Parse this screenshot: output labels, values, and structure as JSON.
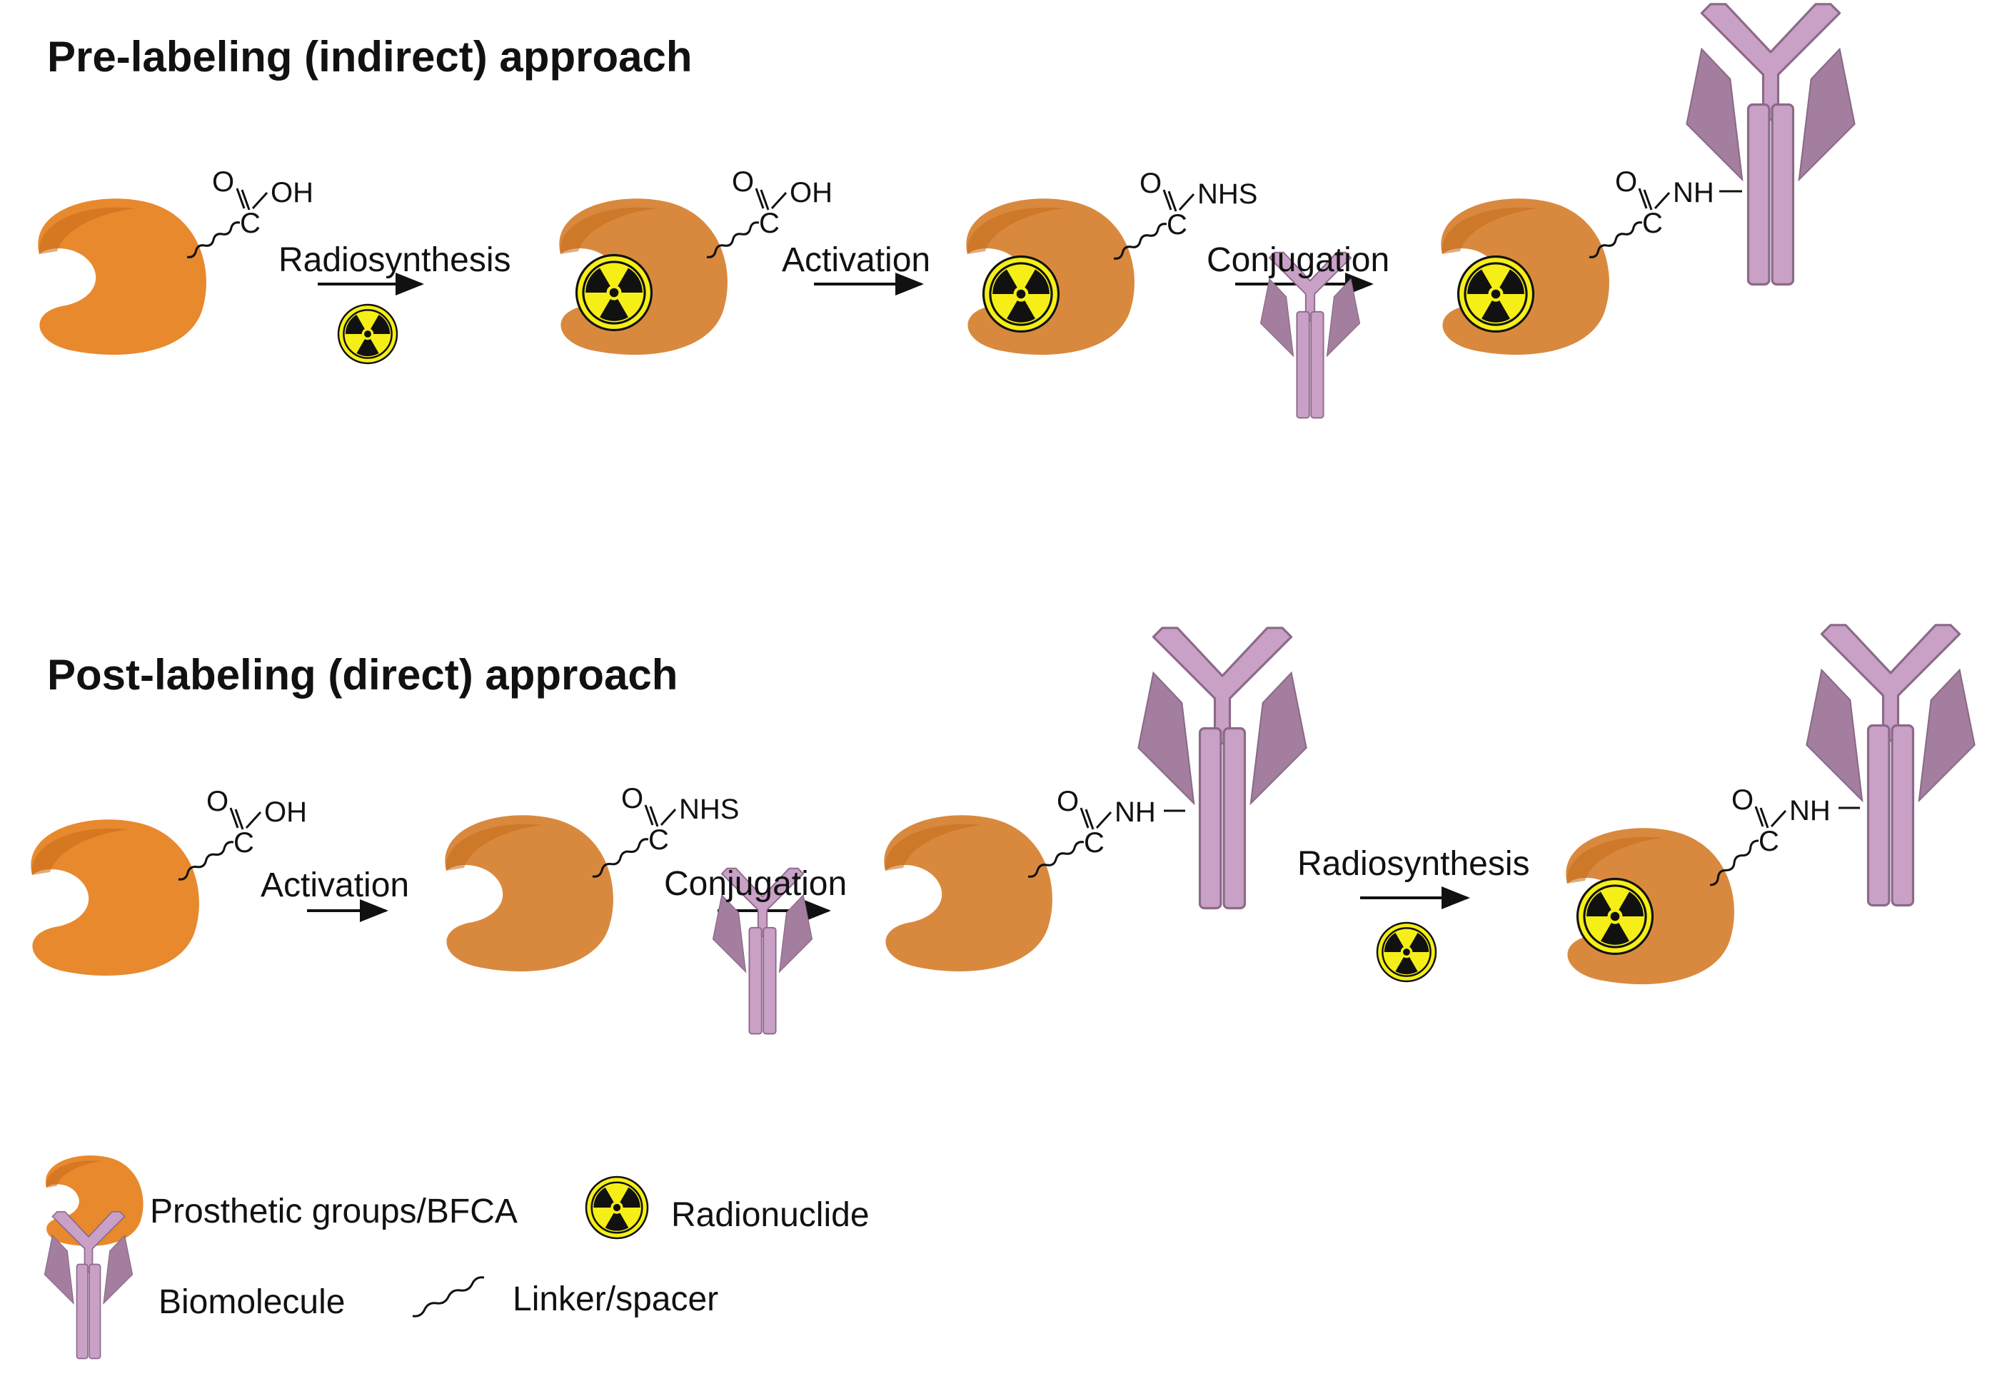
{
  "colors": {
    "bfca_fill": "#e8892e",
    "bfca_fill_faded": "#d9893e",
    "bfca_highlight": "#c56a18",
    "antibody_fill": "#c9a0c6",
    "antibody_shadow": "#a47e9f",
    "antibody_stroke": "#8a6a88",
    "radio_yellow": "#f5ef17",
    "ink": "#111111"
  },
  "icons": {
    "bfca": "prosthetic-group-icon",
    "antibody": "biomolecule-antibody-icon",
    "radionuclide": "radionuclide-trefoil-icon",
    "linker": "linker-squiggle-icon",
    "arrow": "reaction-arrow-icon"
  },
  "pre": {
    "title": "Pre-labeling (indirect) approach",
    "steps": [
      "Radiosynthesis",
      "Activation",
      "Conjugation"
    ]
  },
  "post": {
    "title": "Post-labeling (direct) approach",
    "steps": [
      "Activation",
      "Conjugation",
      "Radiosynthesis"
    ]
  },
  "chem": {
    "oxygen": "O",
    "carbon": "C",
    "acid": "OH",
    "nhs": "NHS",
    "amide": "NH"
  },
  "legend": {
    "bfca": "Prosthetic groups/BFCA",
    "radionuclide": "Radionuclide",
    "biomolecule": "Biomolecule",
    "linker": "Linker/spacer"
  }
}
